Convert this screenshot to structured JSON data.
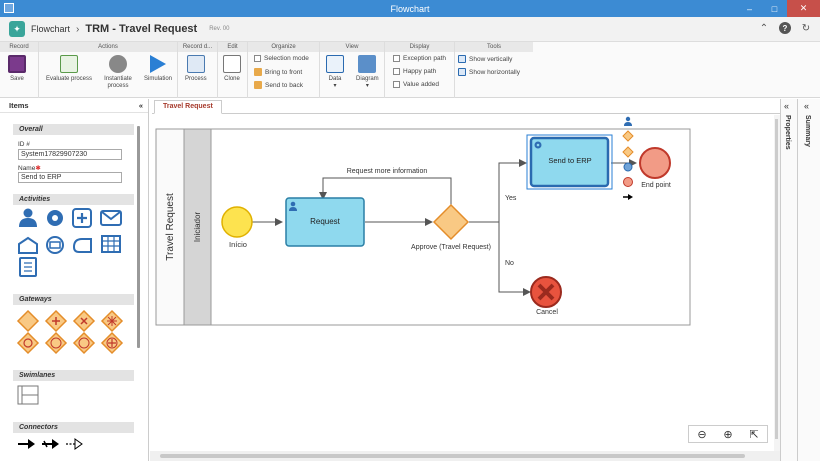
{
  "window": {
    "title": "Flowchart"
  },
  "header": {
    "breadcrumb_root": "Flowchart",
    "title": "TRM - Travel Request",
    "revision": "Rev. 00"
  },
  "ribbon": {
    "groups": {
      "record": "Record",
      "actions": "Actions",
      "record_d": "Record d...",
      "edit": "Edit",
      "organize": "Organize",
      "view": "View",
      "display": "Display",
      "tools": "Tools"
    },
    "save": "Save",
    "evaluate": "Evaluate process",
    "instantiate_1": "Instantiate",
    "instantiate_2": "process",
    "simulation": "Simulation",
    "process": "Process",
    "clone": "Clone",
    "selection_mode": "Selection mode",
    "bring_front": "Bring to front",
    "send_back": "Send to back",
    "data": "Data",
    "diagram": "Diagram",
    "exception_path": "Exception path",
    "happy_path": "Happy path",
    "value_added": "Value added",
    "show_vertically": "Show vertically",
    "show_horizontally": "Show horizontally"
  },
  "left_panel": {
    "title": "Items",
    "overall": "Overall",
    "id_label": "ID #",
    "id_value": "System17829907230",
    "name_label": "Name",
    "name_value": "Send to ERP",
    "activities": "Activities",
    "gateways": "Gateways",
    "swimlanes": "Swimlanes",
    "connectors": "Connectors"
  },
  "tabs": {
    "active": "Travel Request"
  },
  "diagram": {
    "pool": "Travel Request",
    "lane": "Iniciador",
    "start": "Início",
    "request": "Request",
    "gateway": "Approve (Travel Request)",
    "loop_label": "Request more information",
    "yes": "Yes",
    "no": "No",
    "send_erp": "Send to ERP",
    "end": "End point",
    "cancel": "Cancel"
  },
  "right": {
    "properties": "Properties",
    "summary": "Summary"
  },
  "colors": {
    "titlebar": "#3c8bd3",
    "task": "#8fd9ee",
    "gateway": "#f9c984",
    "start": "#fde34f",
    "end": "#f29b86",
    "cancel": "#e8533e"
  }
}
